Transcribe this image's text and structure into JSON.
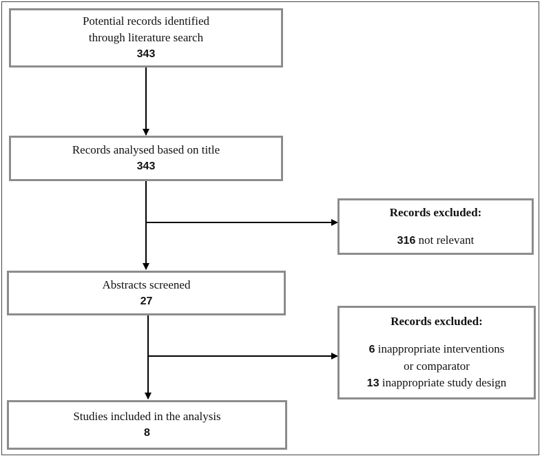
{
  "flowchart": {
    "identified": {
      "line1": "Potential records identified",
      "line2": "through literature search",
      "count": "343"
    },
    "title_analysis": {
      "text": "Records analysed based on title",
      "count": "343"
    },
    "exclusion_1": {
      "title": "Records excluded:",
      "count": "316",
      "reason": "not relevant"
    },
    "abstracts": {
      "text": "Abstracts screened",
      "count": "27"
    },
    "exclusion_2": {
      "title": "Records excluded:",
      "count_a": "6",
      "reason_a": "inappropriate interventions",
      "reason_a2": "or comparator",
      "count_b": "13",
      "reason_b": "inappropriate study design"
    },
    "included": {
      "text": "Studies included in the analysis",
      "count": "8"
    }
  }
}
